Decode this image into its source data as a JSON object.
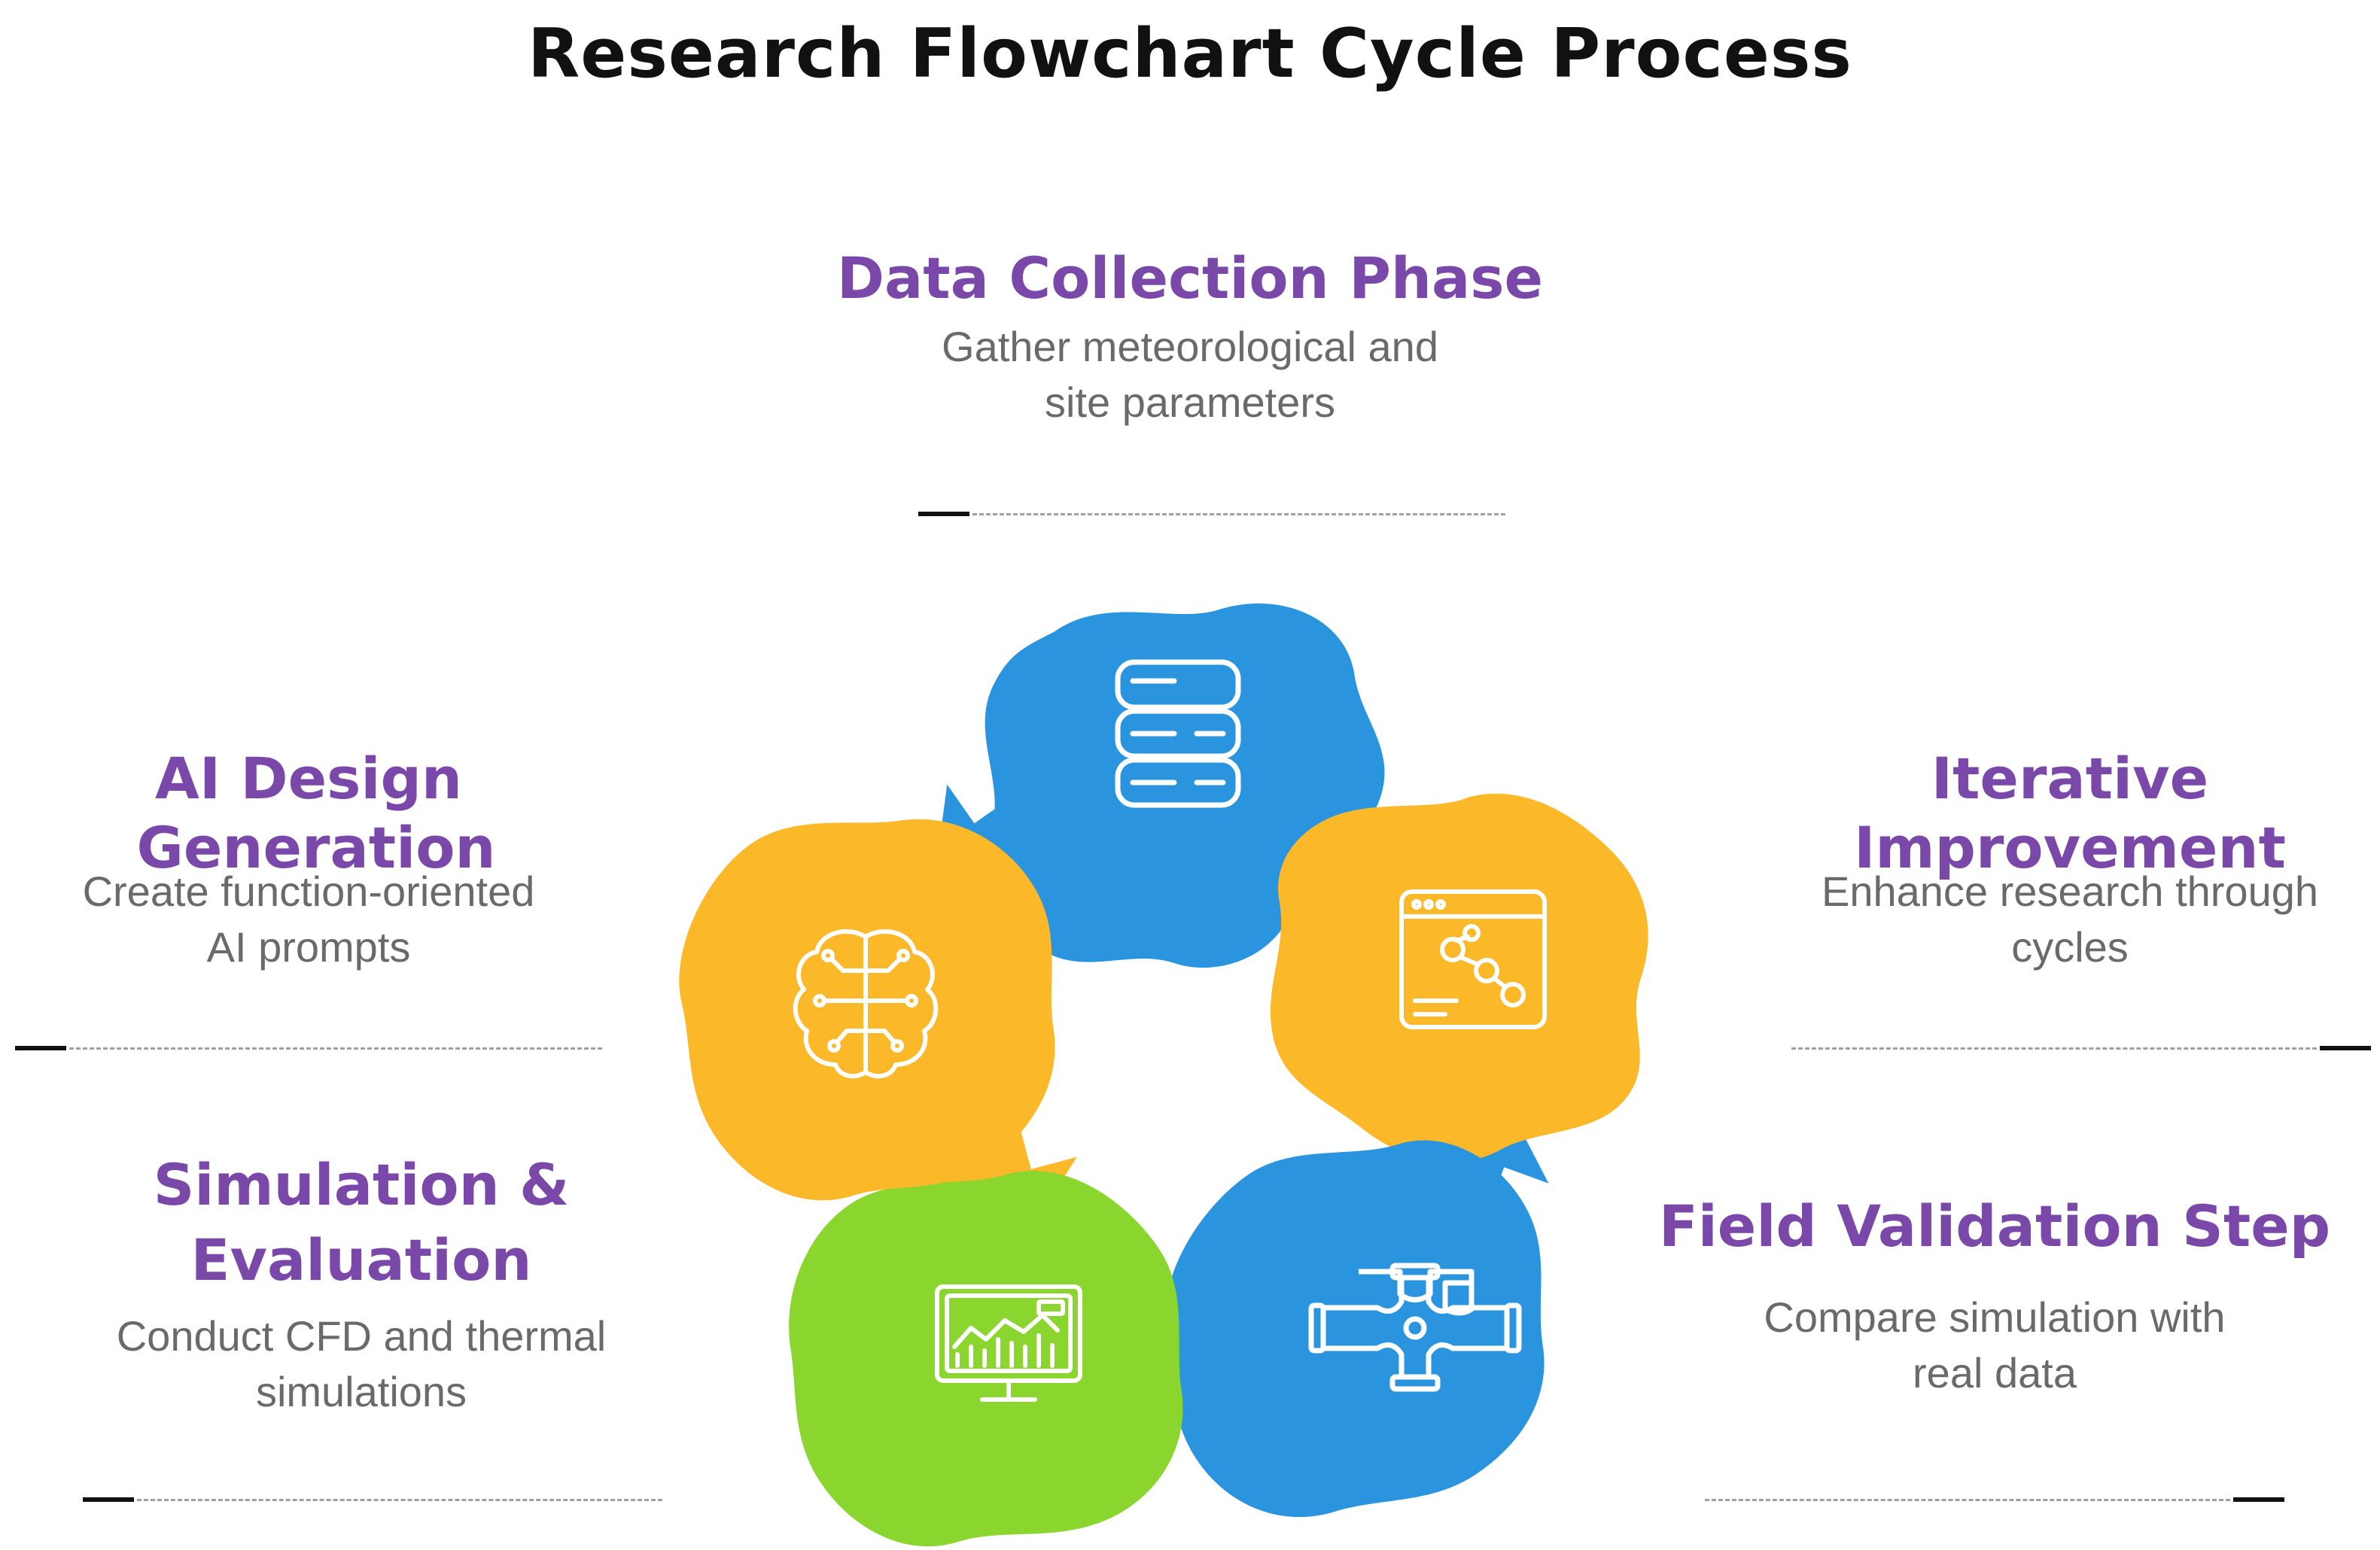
{
  "title": "Research Flowchart Cycle Process",
  "colors": {
    "blue": "#2a95de",
    "yellow": "#fbb828",
    "green": "#8ad52e",
    "title_purple": "#7a48a8",
    "desc_gray": "#6a6a6a",
    "icon_white": "#ffffff"
  },
  "steps": {
    "data_collection": {
      "title": "Data Collection Phase",
      "desc_line1": "Gather meteorological and",
      "desc_line2": "site parameters",
      "color": "blue",
      "icon": "database-icon"
    },
    "iterative": {
      "title_line1": "Iterative",
      "title_line2": "Improvement",
      "desc_line1": "Enhance research through",
      "desc_line2": "cycles",
      "color": "yellow",
      "icon": "browser-network-icon"
    },
    "field_validation": {
      "title": "Field Validation Step",
      "desc_line1": "Compare simulation with",
      "desc_line2": "real data",
      "color": "blue",
      "icon": "pipe-junction-icon"
    },
    "simulation": {
      "title_line1": "Simulation &",
      "title_line2": "Evaluation",
      "desc_line1": "Conduct CFD and thermal",
      "desc_line2": "simulations",
      "color": "green",
      "icon": "monitor-chart-icon"
    },
    "ai_design": {
      "title_line1": "AI Design",
      "title_line2": "Generation",
      "desc_line1": "Create function-oriented",
      "desc_line2": "AI prompts",
      "color": "yellow",
      "icon": "brain-circuit-icon"
    }
  }
}
